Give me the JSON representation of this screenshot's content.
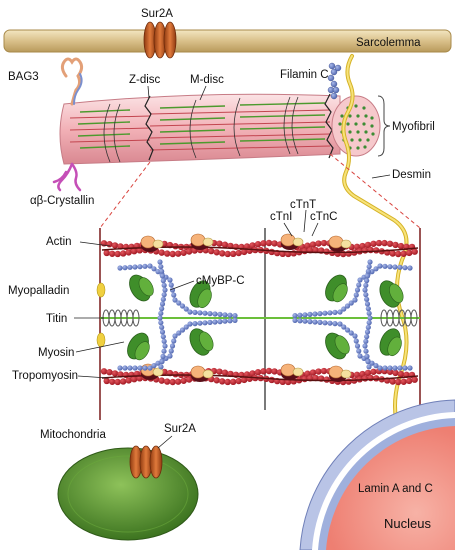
{
  "labels": {
    "sur2a_top": "Sur2A",
    "sarcolemma": "Sarcolemma",
    "bag3": "BAG3",
    "z_disc": "Z-disc",
    "m_disc": "M-disc",
    "filamin_c": "Filamin C",
    "myofibril": "Myofibril",
    "desmin": "Desmin",
    "ab_crystallin": "αβ-Crystallin",
    "ctnt": "cTnT",
    "ctni": "cTnI",
    "ctnc": "cTnC",
    "actin": "Actin",
    "cmybpc": "cMyBP-C",
    "myopalladin": "Myopalladin",
    "titin": "Titin",
    "myosin": "Myosin",
    "tropomyosin": "Tropomyosin",
    "mitochondria": "Mitochondria",
    "sur2a_mito": "Sur2A",
    "lamin": "Lamin A and C",
    "nucleus": "Nucleus"
  },
  "colors": {
    "membrane": "#d9c08a",
    "channel": "#c05a1f",
    "fibril": "#f2b8bd",
    "actin": "#b21f2a",
    "myosin_head": "#3f8e2a",
    "titin_beads": "#6f86c9",
    "desmin": "#f0d24a",
    "mito": "#4f8a2a",
    "nucleus": "#f28e82"
  }
}
